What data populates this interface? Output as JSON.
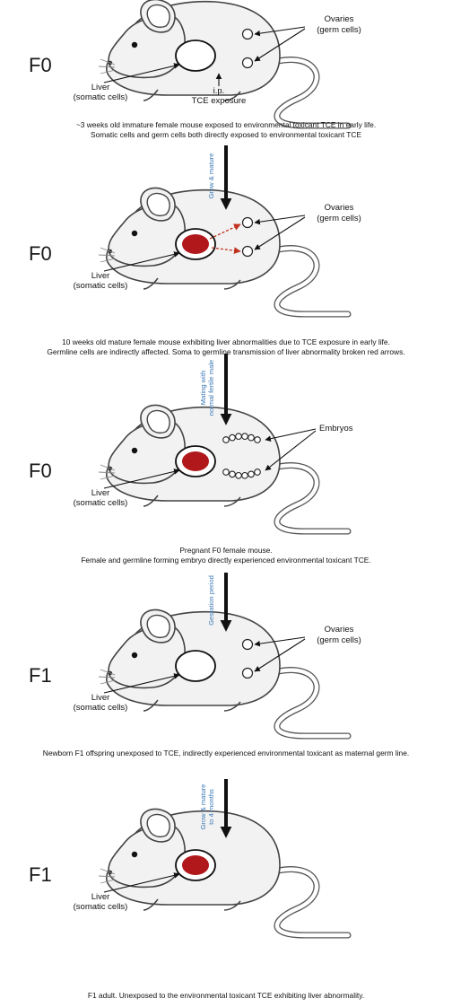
{
  "panels": [
    {
      "generation": "F0",
      "liver_state": "normal",
      "gonads": "ovaries",
      "liver_label": [
        "Liver",
        "(somatic cells)"
      ],
      "gonad_label": [
        "Ovaries",
        "(germ cells)"
      ],
      "exposure_label": [
        "i.p.",
        "TCE exposure"
      ],
      "caption": [
        "~3 weeks old immature female mouse exposed to environmental toxicant TCE in early life.",
        "Somatic cells and germ cells both directly exposed to environmental toxicant TCE"
      ]
    },
    {
      "generation": "F0",
      "liver_state": "abnormal",
      "gonads": "ovaries",
      "soma_to_germline_arrows": true,
      "liver_label": [
        "Liver",
        "(somatic cells)"
      ],
      "gonad_label": [
        "Ovaries",
        "(germ cells)"
      ],
      "caption": [
        "10 weeks old mature female mouse exhibiting liver abnormalities due to TCE exposure in early life.",
        "Germline cells are indirectly affected. Soma to germline transmission of liver abnormality broken red arrows."
      ]
    },
    {
      "generation": "F0",
      "liver_state": "abnormal",
      "gonads": "embryos",
      "liver_label": [
        "Liver",
        "(somatic cells)"
      ],
      "gonad_label": [
        "Embryos"
      ],
      "caption": [
        "Pregnant F0 female mouse.",
        "Female and germline forming embryo directly experienced environmental toxicant TCE."
      ]
    },
    {
      "generation": "F1",
      "liver_state": "normal",
      "gonads": "ovaries",
      "liver_label": [
        "Liver",
        "(somatic cells)"
      ],
      "gonad_label": [
        "Ovaries",
        "(germ cells)"
      ],
      "caption": [
        "Newborn F1 offspring unexposed to TCE, indirectly experienced environmental toxicant as maternal germ line."
      ]
    },
    {
      "generation": "F1",
      "liver_state": "abnormal",
      "gonads": "none",
      "liver_label": [
        "Liver",
        "(somatic cells)"
      ],
      "caption": [
        "F1 adult. Unexposed to the environmental toxicant TCE exhibiting liver abnormality."
      ]
    }
  ],
  "steps": [
    [
      "Grow & mature"
    ],
    [
      "Mating with",
      "normal fertile male"
    ],
    [
      "Gestation period"
    ],
    [
      "Grow & mature",
      "to 4 months"
    ]
  ],
  "colors": {
    "abnormal_liver": "#b0181c",
    "transmission_arrow": "#c0321d",
    "step_text": "#3a78b5"
  }
}
